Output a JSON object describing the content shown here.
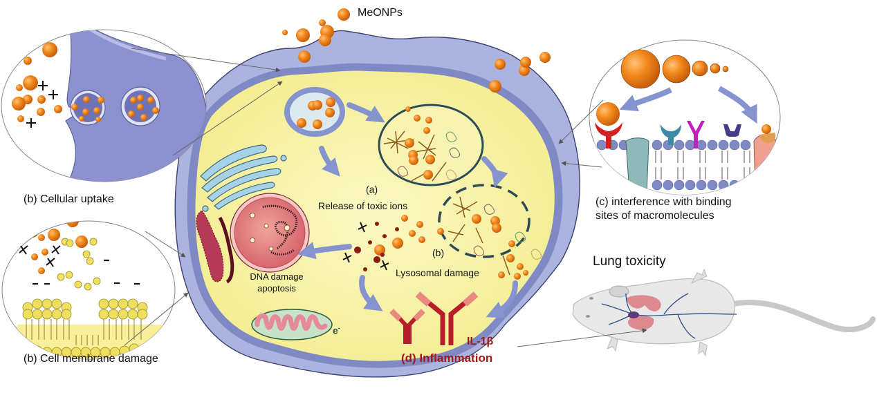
{
  "figure": {
    "title_label": "MeONPs",
    "labels": {
      "cellular_uptake": "(b) Cellular uptake",
      "membrane_damage": "(b) Cell membrane damage",
      "binding_interference_line1": "(c) interference with binding",
      "binding_interference_line2": "sites of macromolecules",
      "release_marker": "(a)",
      "release_text": "Release of toxic ions",
      "lysosomal_marker": "(b)",
      "lysosomal_text": "Lysosomal damage",
      "dna_line1": "DNA damage",
      "dna_line2": "apoptosis",
      "electron": "e",
      "electron_sup": "-",
      "cytokine": "IL-1β",
      "inflammation": "(d) Inflammation",
      "lung_toxicity": "Lung toxicity"
    },
    "charges": {
      "plus": "+",
      "minus": "-"
    },
    "colors": {
      "nanoparticle": "#f08a1e",
      "nanoparticle_dark": "#c9600c",
      "membrane": "#a9b3dc",
      "membrane_dark": "#7f8ac4",
      "cytoplasm": "#f8f3a6",
      "arrow": "#8593cf",
      "inflammation_red": "#9e1a1a",
      "antibody_red": "#b81d2c",
      "antibody_pink": "#e98a80",
      "nucleus": "#d9606c",
      "lung": "#dc8a8f",
      "vessel": "#2d4d8a",
      "mouse": "#e6e6e6"
    }
  }
}
